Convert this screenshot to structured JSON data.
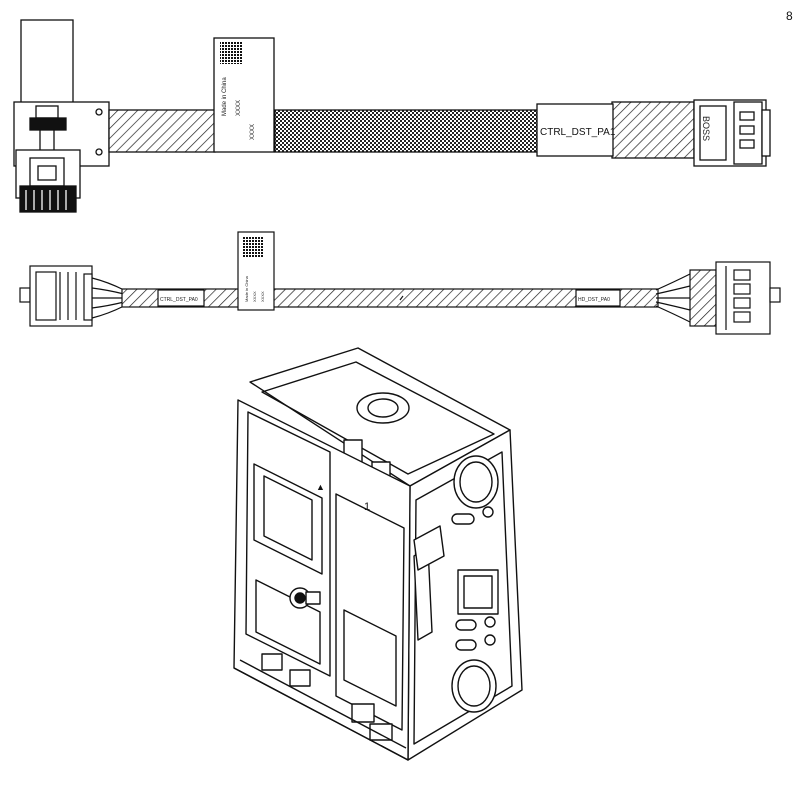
{
  "cable_top": {
    "label": "CTRL_DST_PA1",
    "connector_marking": "BOSS",
    "corner_mark": "8",
    "tag_lines": [
      "Made in China",
      "XXXX",
      "XXXX"
    ]
  },
  "cable_middle": {
    "left_sleeve_label": "CTRL_DST_PA0",
    "right_sleeve_label": "HD_DST_PA0",
    "tag_lines": [
      "Made in China",
      "XXXX",
      "XXXX"
    ]
  },
  "bracket": {
    "mark": "1"
  }
}
